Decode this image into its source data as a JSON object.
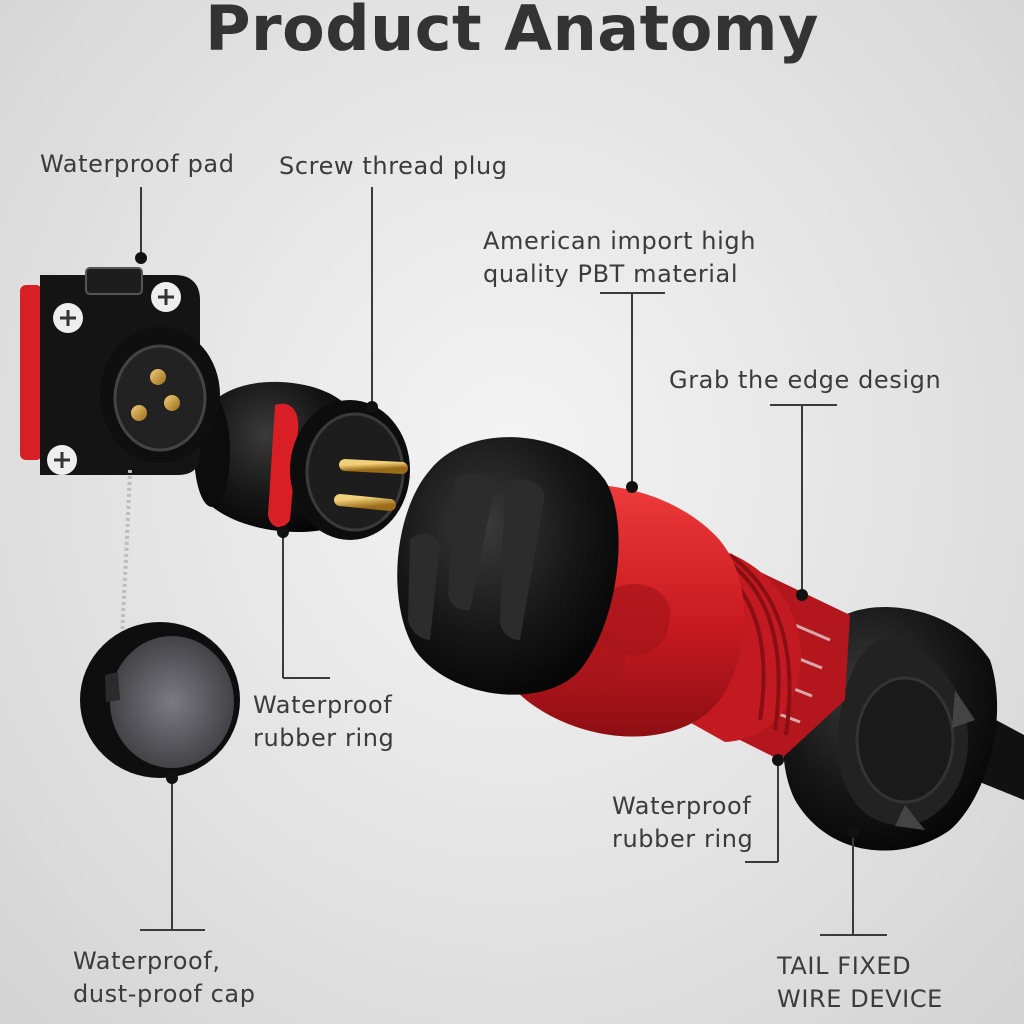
{
  "title": "Product Anatomy",
  "labels": {
    "waterproof_pad": "Waterproof pad",
    "screw_thread_plug": "Screw thread plug",
    "pbt_material": [
      "American import high",
      "quality PBT material"
    ],
    "grab_edge": "Grab the edge design",
    "rubber_ring_left": [
      "Waterproof",
      "rubber ring"
    ],
    "rubber_ring_right": [
      "Waterproof",
      "rubber ring"
    ],
    "dust_cap": [
      "Waterproof,",
      "dust-proof cap"
    ],
    "tail_fixed": [
      "TAIL FIXED",
      "WIRE DEVICE"
    ]
  },
  "colors": {
    "accent_red": "#d91f26",
    "body_black": "#151515",
    "leader_line": "#3a3a3a",
    "gold_pin": "#c9962e"
  }
}
